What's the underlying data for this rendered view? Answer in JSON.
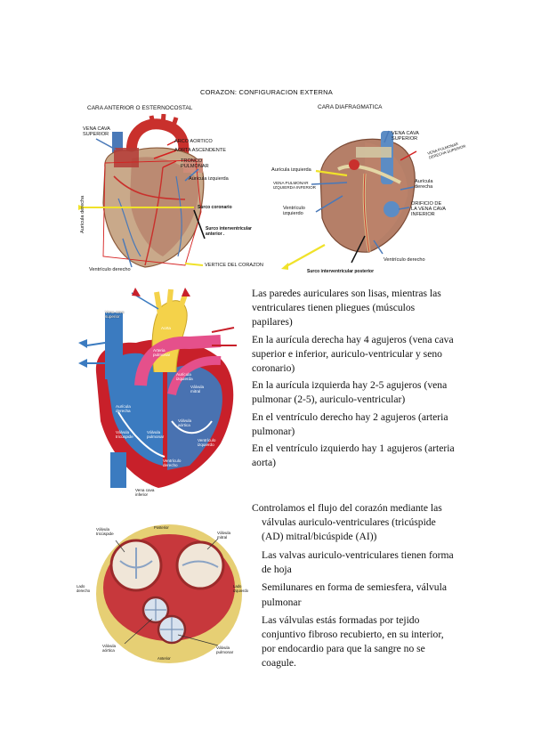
{
  "title": "CORAZON: CONFIGURACION EXTERNA",
  "anterior": {
    "heading": "CARA ANTERIOR O ESTERNOCOSTAL",
    "labels": {
      "vena_cava": "VENA CAVA",
      "vena_cava2": "SUPERIOR",
      "arco": "ARCO AORTICO",
      "aorta_asc": "AORTA ASCENDENTE",
      "tronco": "TRONCO",
      "tronco2": "PULMONAR",
      "aur_izq": "Aurícula izquierda",
      "aur_der": "Aurícula derecha",
      "surco_cor": "Surco coronario",
      "surco_int": "Surco interventricular",
      "surco_int2": "anterior .",
      "vent_der": "Ventrículo derecho",
      "vertice": "VERTICE DEL CORAZON"
    }
  },
  "diafragmatica": {
    "heading": "CARA DIAFRAGMATICA",
    "labels": {
      "vena_cava": "VENA CAVA",
      "vena_cava2": "SUPERIOR",
      "vena_pulm": "VENA PULMONAR",
      "vena_pulm2": "DERECHA SUPERIOR",
      "aur_izq": "Aurícula izquierda",
      "venas_pulm_izq": "VENA PULMONAR",
      "venas_pulm_izq2": "IZQUIERDA INFERIOR",
      "aur_der": "Aurícula",
      "aur_der2": "derecha",
      "vent_izq": "Ventrículo",
      "vent_izq2": "izquierdo",
      "orificio": "ORIFICIO DE",
      "orificio2": "LA VENA CAVA",
      "orificio3": "INFERIOR",
      "vent_der": "Ventrículo derecho",
      "surco_post": "Surco interventricular posterior"
    }
  },
  "interior": {
    "labels": {
      "vc_sup": "Vena cava",
      "vc_sup2": "superior",
      "aorta": "Aorta",
      "art_pulm": "Arteria",
      "art_pulm2": "pulmonar",
      "aur_izq": "Aurícula",
      "aur_izq2": "izquierda",
      "val_mitral": "Válvula",
      "val_mitral2": "mitral",
      "aur_der": "Aurícula",
      "aur_der2": "derecha",
      "val_aort": "Válvula",
      "val_aort2": "aórtica",
      "val_pulm": "Válvula",
      "val_pulm2": "pulmonar",
      "val_tric": "Válvula",
      "val_tric2": "tricúspide",
      "vent_izq": "Ventrículo",
      "vent_izq2": "izquierdo",
      "vent_der": "Ventrículo",
      "vent_der2": "derecho",
      "vc_inf": "Vena cava",
      "vc_inf2": "inferior"
    },
    "paragraphs": [
      "Las paredes auriculares son lisas, mientras las ventriculares tienen pliegues (músculos papilares)",
      "En la aurícula derecha hay 4 agujeros (vena cava superior e inferior, auriculo-ventricular y seno coronario)",
      "En la aurícula izquierda hay 2-5 agujeros (vena pulmonar (2-5), auriculo-ventricular)",
      "En el ventrículo derecho hay 2 agujeros (arteria pulmonar)",
      "En el ventrículo izquierdo hay 1 agujeros (arteria aorta)"
    ]
  },
  "valves": {
    "labels": {
      "tricuspide": "Válvula",
      "tricuspide2": "tricúspide",
      "posterior": "Posterior",
      "mitral": "Válvula",
      "mitral2": "mitral",
      "lado_der": "Lado",
      "lado_der2": "derecho",
      "lado_izq": "Lado",
      "lado_izq2": "izquierdo",
      "aortica": "Válvula",
      "aortica2": "aórtica",
      "pulmonar": "Válvula",
      "pulmonar2": "pulmonar",
      "anterior": "Anterior"
    },
    "lead": "Controlamos el flujo del corazón mediante las válvulas auriculo-ventriculares (tricúspide (AD) mitral/bicúspide (AI))",
    "paragraphs": [
      "Las valvas auriculo-ventriculares tienen forma de hoja",
      "Semilunares en forma de semiesfera, válvula pulmonar",
      "Las válvulas estás formadas por tejido conjuntivo fibroso recubierto, en su interior, por endocardio para que la sangre no se coagule."
    ]
  }
}
